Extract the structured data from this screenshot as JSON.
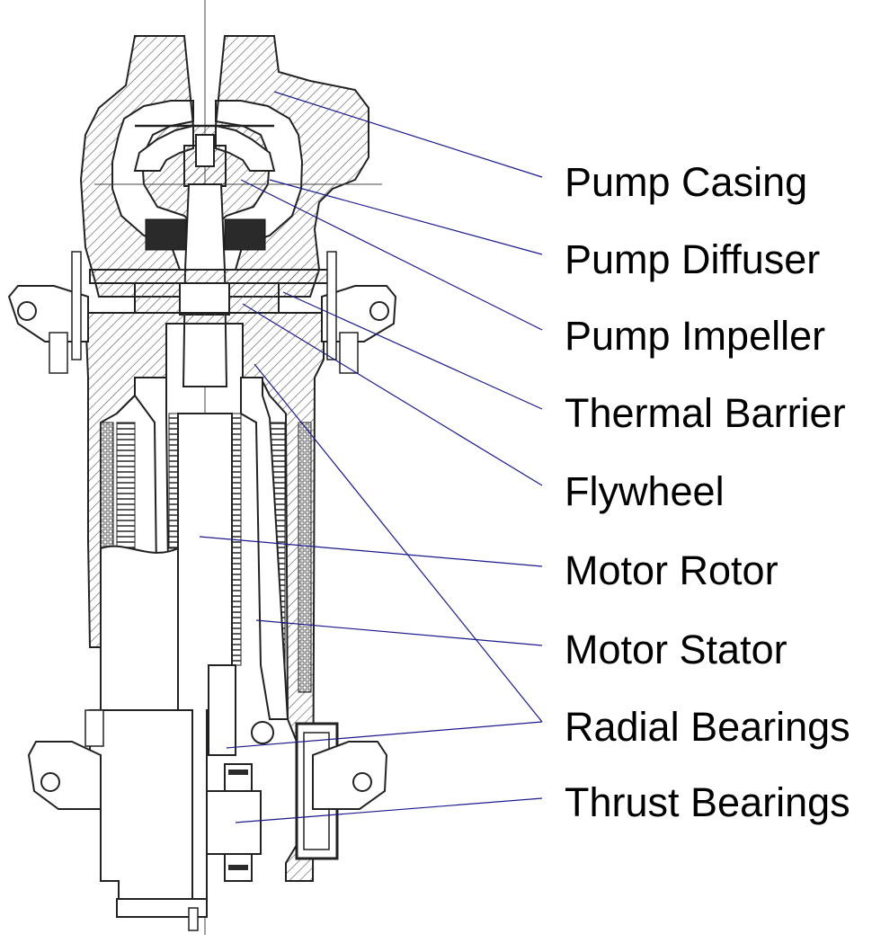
{
  "labels": [
    "Pump Casing",
    "Pump Diffuser",
    "Pump Impeller",
    "Thermal Barrier",
    "Flywheel",
    "Motor Rotor",
    "Motor Stator",
    "Radial Bearings",
    "Thrust Bearings"
  ],
  "colors": {
    "leader": "#1a1a8c",
    "ink": "#222222",
    "hatch": "#555555",
    "dark_fill": "#2a2a2a"
  }
}
